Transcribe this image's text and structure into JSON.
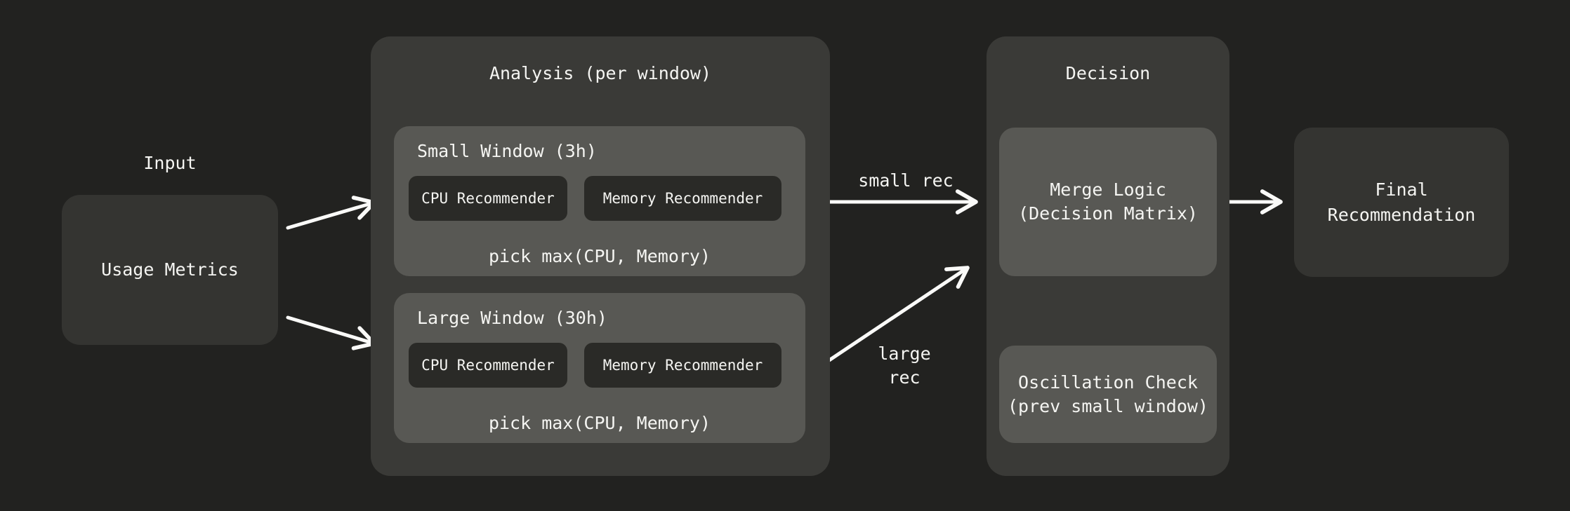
{
  "colors": {
    "bg": "#222220",
    "container": "#3a3a37",
    "node": "#343431",
    "window": "#585854",
    "chip": "#2a2a27",
    "text": "#f5f5f2",
    "arrow": "#fafaf8"
  },
  "input": {
    "label": "Input",
    "box_label": "Usage Metrics"
  },
  "analysis": {
    "title": "Analysis (per window)",
    "small_window": {
      "title": "Small Window (3h)",
      "cpu": "CPU Recommender",
      "memory": "Memory Recommender",
      "pick": "pick max(CPU, Memory)"
    },
    "large_window": {
      "title": "Large Window (30h)",
      "cpu": "CPU Recommender",
      "memory": "Memory Recommender",
      "pick": "pick max(CPU, Memory)"
    }
  },
  "edges": {
    "small_rec": "small rec",
    "large_rec": "large\nrec"
  },
  "decision": {
    "title": "Decision",
    "merge": "Merge Logic\n(Decision Matrix)",
    "oscillation": "Oscillation Check\n(prev small window)"
  },
  "final": {
    "label": "Final\nRecommendation"
  }
}
